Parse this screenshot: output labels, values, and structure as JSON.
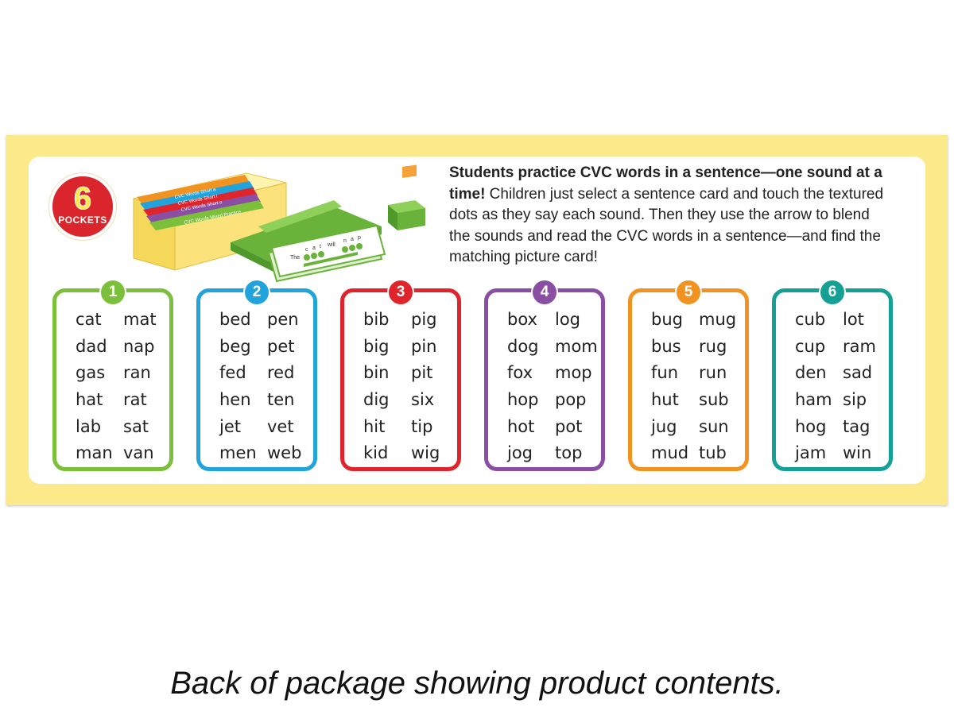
{
  "badge": {
    "number": "6",
    "label": "POCKETS"
  },
  "product_art": {
    "sleeve_labels": [
      "CVC Words Short a",
      "CVC Words Short i",
      "CVC Words Short o",
      "CVC Words Mixed Practice"
    ],
    "sentence_card": {
      "prefix": "The",
      "letters": [
        "c",
        "a",
        "t"
      ],
      "mid": "will",
      "end_letters": [
        "n",
        "a",
        "p"
      ]
    }
  },
  "description": {
    "lead": "Students practice CVC words in a sentence—one sound at a time!",
    "body": " Children just select a sentence card and touch the textured dots as they say each sound. Then they use the arrow to blend the sounds and read the CVC words in a sentence—and find the matching picture card!"
  },
  "cards": [
    {
      "number": "1",
      "color": "#7bbf3a",
      "words": [
        "cat",
        "mat",
        "dad",
        "nap",
        "gas",
        "ran",
        "hat",
        "rat",
        "lab",
        "sat",
        "man",
        "van"
      ]
    },
    {
      "number": "2",
      "color": "#21a3dc",
      "words": [
        "bed",
        "pen",
        "beg",
        "pet",
        "fed",
        "red",
        "hen",
        "ten",
        "jet",
        "vet",
        "men",
        "web"
      ]
    },
    {
      "number": "3",
      "color": "#e0242c",
      "words": [
        "bib",
        "pig",
        "big",
        "pin",
        "bin",
        "pit",
        "dig",
        "six",
        "hit",
        "tip",
        "kid",
        "wig"
      ]
    },
    {
      "number": "4",
      "color": "#8a4ea3",
      "words": [
        "box",
        "log",
        "dog",
        "mom",
        "fox",
        "mop",
        "hop",
        "pop",
        "hot",
        "pot",
        "jog",
        "top"
      ]
    },
    {
      "number": "5",
      "color": "#f29220",
      "words": [
        "bug",
        "mug",
        "bus",
        "rug",
        "fun",
        "run",
        "hut",
        "sub",
        "jug",
        "sun",
        "mud",
        "tub"
      ]
    },
    {
      "number": "6",
      "color": "#14a094",
      "words": [
        "cub",
        "lot",
        "cup",
        "ram",
        "den",
        "sad",
        "ham",
        "sip",
        "hog",
        "tag",
        "jam",
        "win"
      ]
    }
  ],
  "caption": "Back of package showing product contents.",
  "colors": {
    "package_border": "#fbe98a",
    "badge": "#d9252b",
    "tray_green": "#7ac142",
    "box_yellow": "#fbe27a"
  }
}
